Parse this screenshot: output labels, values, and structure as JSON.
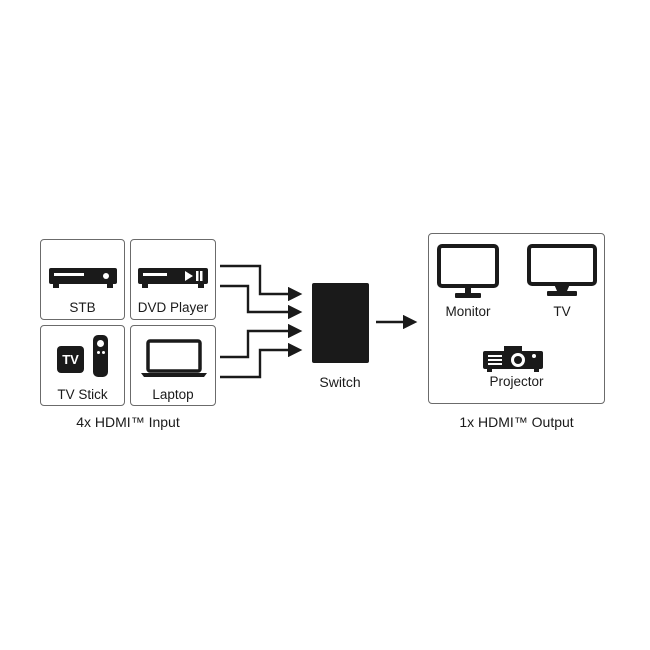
{
  "inputs": {
    "stb": "STB",
    "dvd_player": "DVD Player",
    "tv_stick": "TV Stick",
    "laptop": "Laptop",
    "caption": "4x HDMI™ Input",
    "tv_stick_badge": "TV"
  },
  "switch": {
    "label": "Switch"
  },
  "outputs": {
    "monitor": "Monitor",
    "tv": "TV",
    "projector": "Projector",
    "caption": "1x HDMI™ Output"
  },
  "icons": {
    "stb": "set-top-box-icon",
    "dvd_player": "dvd-player-icon",
    "tv_stick": "tv-stick-icon",
    "laptop": "laptop-icon",
    "monitor": "monitor-icon",
    "tv": "tv-icon",
    "projector": "projector-icon"
  },
  "colors": {
    "ink": "#1a1a1a",
    "border": "#6b6b6b",
    "background": "#ffffff"
  }
}
